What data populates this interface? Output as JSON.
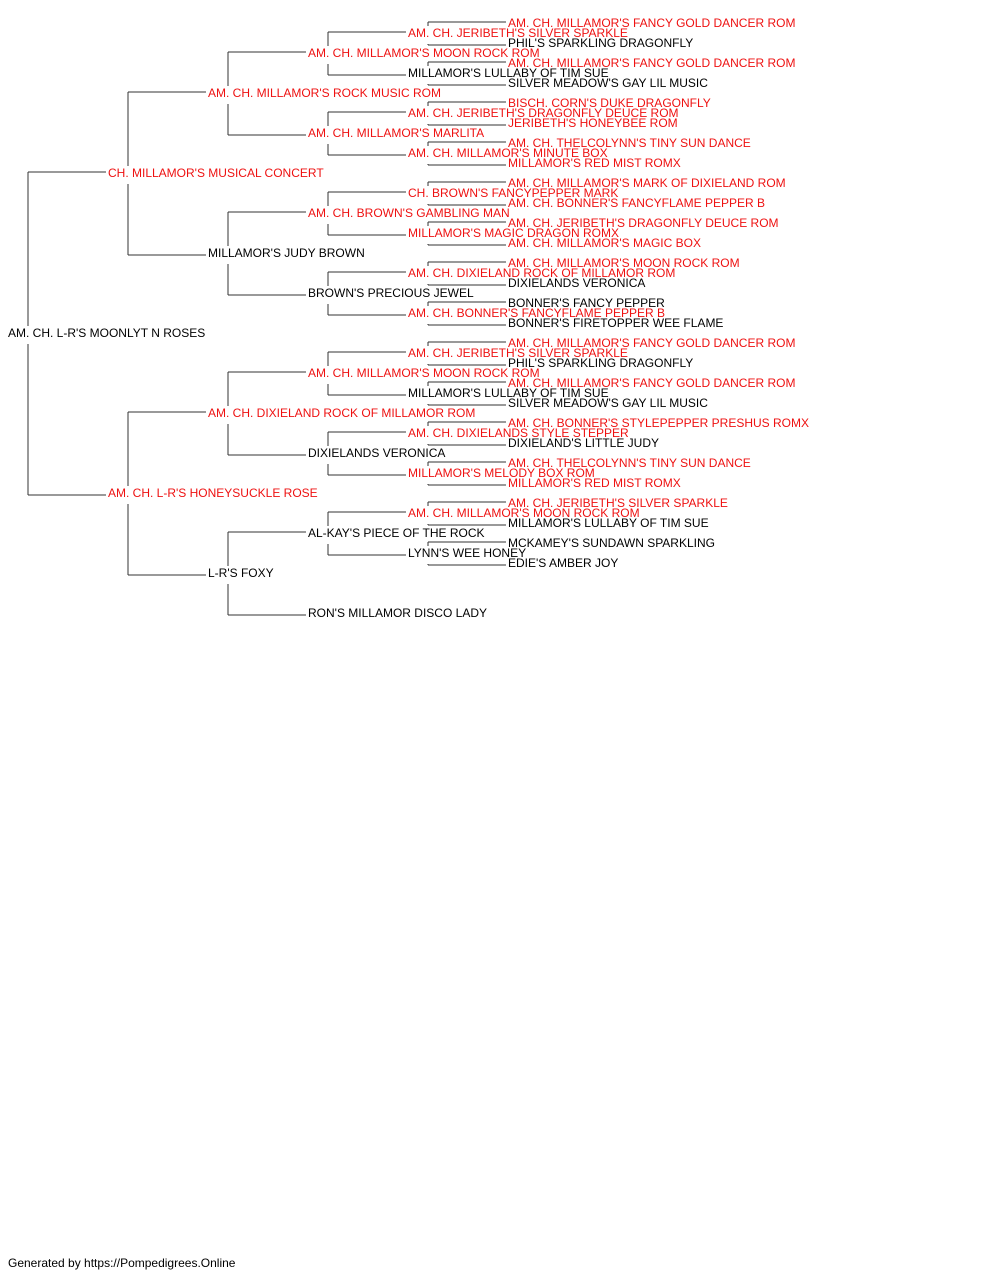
{
  "colors": {
    "champion": "#ee1111",
    "normal": "#000000",
    "line": "#333333"
  },
  "pedigree": {
    "name": "AM. CH. L-R'S MOONLYT N ROSES",
    "ch": false,
    "sire": {
      "name": "CH. MILLAMOR'S MUSICAL CONCERT",
      "ch": true,
      "sire": {
        "name": "AM. CH. MILLAMOR'S ROCK MUSIC ROM",
        "ch": true,
        "sire": {
          "name": "AM. CH. MILLAMOR'S MOON ROCK ROM",
          "ch": true,
          "sire": {
            "name": "AM. CH. JERIBETH'S SILVER SPARKLE",
            "ch": true,
            "sire": {
              "name": "AM. CH. MILLAMOR'S FANCY GOLD DANCER ROM",
              "ch": true
            },
            "dam": {
              "name": "PHIL'S SPARKLING DRAGONFLY",
              "ch": false
            }
          },
          "dam": {
            "name": "MILLAMOR'S LULLABY OF TIM SUE",
            "ch": false,
            "sire": {
              "name": "AM. CH. MILLAMOR'S FANCY GOLD DANCER ROM",
              "ch": true
            },
            "dam": {
              "name": "SILVER MEADOW'S GAY LIL MUSIC",
              "ch": false
            }
          }
        },
        "dam": {
          "name": "AM. CH. MILLAMOR'S MARLITA",
          "ch": true,
          "sire": {
            "name": "AM. CH. JERIBETH'S DRAGONFLY DEUCE ROM",
            "ch": true,
            "sire": {
              "name": "BISCH. CORN'S DUKE DRAGONFLY",
              "ch": true
            },
            "dam": {
              "name": "JERIBETH'S HONEYBEE ROM",
              "ch": true
            }
          },
          "dam": {
            "name": "AM. CH. MILLAMOR'S MINUTE BOX",
            "ch": true,
            "sire": {
              "name": "AM. CH. THELCOLYNN'S TINY SUN DANCE",
              "ch": true
            },
            "dam": {
              "name": "MILLAMOR'S RED MIST ROMX",
              "ch": true
            }
          }
        }
      },
      "dam": {
        "name": "MILLAMOR'S JUDY BROWN",
        "ch": false,
        "sire": {
          "name": "AM. CH. BROWN'S GAMBLING MAN",
          "ch": true,
          "sire": {
            "name": "CH. BROWN'S FANCYPEPPER MARK",
            "ch": true,
            "sire": {
              "name": "AM. CH. MILLAMOR'S MARK OF DIXIELAND ROM",
              "ch": true
            },
            "dam": {
              "name": "AM. CH. BONNER'S FANCYFLAME PEPPER B",
              "ch": true
            }
          },
          "dam": {
            "name": "MILLAMOR'S MAGIC DRAGON ROMX",
            "ch": true,
            "sire": {
              "name": "AM. CH. JERIBETH'S DRAGONFLY DEUCE ROM",
              "ch": true
            },
            "dam": {
              "name": "AM. CH. MILLAMOR'S MAGIC BOX",
              "ch": true
            }
          }
        },
        "dam": {
          "name": "BROWN'S PRECIOUS JEWEL",
          "ch": false,
          "sire": {
            "name": "AM. CH. DIXIELAND ROCK OF MILLAMOR ROM",
            "ch": true,
            "sire": {
              "name": "AM. CH. MILLAMOR'S MOON ROCK ROM",
              "ch": true
            },
            "dam": {
              "name": "DIXIELANDS VERONICA",
              "ch": false
            }
          },
          "dam": {
            "name": "AM. CH. BONNER'S FANCYFLAME PEPPER B",
            "ch": true,
            "sire": {
              "name": "BONNER'S FANCY PEPPER",
              "ch": false
            },
            "dam": {
              "name": "BONNER'S FIRETOPPER WEE FLAME",
              "ch": false
            }
          }
        }
      }
    },
    "dam": {
      "name": "AM. CH. L-R'S HONEYSUCKLE ROSE",
      "ch": true,
      "sire": {
        "name": "AM. CH. DIXIELAND ROCK OF MILLAMOR ROM",
        "ch": true,
        "sire": {
          "name": "AM. CH. MILLAMOR'S MOON ROCK ROM",
          "ch": true,
          "sire": {
            "name": "AM. CH. JERIBETH'S SILVER SPARKLE",
            "ch": true,
            "sire": {
              "name": "AM. CH. MILLAMOR'S FANCY GOLD DANCER ROM",
              "ch": true
            },
            "dam": {
              "name": "PHIL'S SPARKLING DRAGONFLY",
              "ch": false
            }
          },
          "dam": {
            "name": "MILLAMOR'S LULLABY OF TIM SUE",
            "ch": false,
            "sire": {
              "name": "AM. CH. MILLAMOR'S FANCY GOLD DANCER ROM",
              "ch": true
            },
            "dam": {
              "name": "SILVER MEADOW'S GAY LIL MUSIC",
              "ch": false
            }
          }
        },
        "dam": {
          "name": "DIXIELANDS VERONICA",
          "ch": false,
          "sire": {
            "name": "AM. CH. DIXIELANDS STYLE STEPPER",
            "ch": true,
            "sire": {
              "name": "AM. CH. BONNER'S STYLEPEPPER PRESHUS ROMX",
              "ch": true
            },
            "dam": {
              "name": "DIXIELAND'S LITTLE JUDY",
              "ch": false
            }
          },
          "dam": {
            "name": "MILLAMOR'S MELODY BOX ROM",
            "ch": true,
            "sire": {
              "name": "AM. CH. THELCOLYNN'S TINY SUN DANCE",
              "ch": true
            },
            "dam": {
              "name": "MILLAMOR'S RED MIST ROMX",
              "ch": true
            }
          }
        }
      },
      "dam": {
        "name": "L-R'S FOXY",
        "ch": false,
        "sire": {
          "name": "AL-KAY'S PIECE OF THE ROCK",
          "ch": false,
          "sire": {
            "name": "AM. CH. MILLAMOR'S MOON ROCK ROM",
            "ch": true,
            "sire": {
              "name": "AM. CH. JERIBETH'S SILVER SPARKLE",
              "ch": true
            },
            "dam": {
              "name": "MILLAMOR'S LULLABY OF TIM SUE",
              "ch": false
            }
          },
          "dam": {
            "name": "LYNN'S WEE HONEY",
            "ch": false,
            "sire": {
              "name": "MCKAMEY'S SUNDAWN SPARKLING",
              "ch": false
            },
            "dam": {
              "name": "EDIE'S AMBER JOY",
              "ch": false
            }
          }
        },
        "dam": {
          "name": "RON'S MILLAMOR DISCO LADY",
          "ch": false
        }
      }
    }
  },
  "footer": "Generated by https://Pompedigrees.Online"
}
